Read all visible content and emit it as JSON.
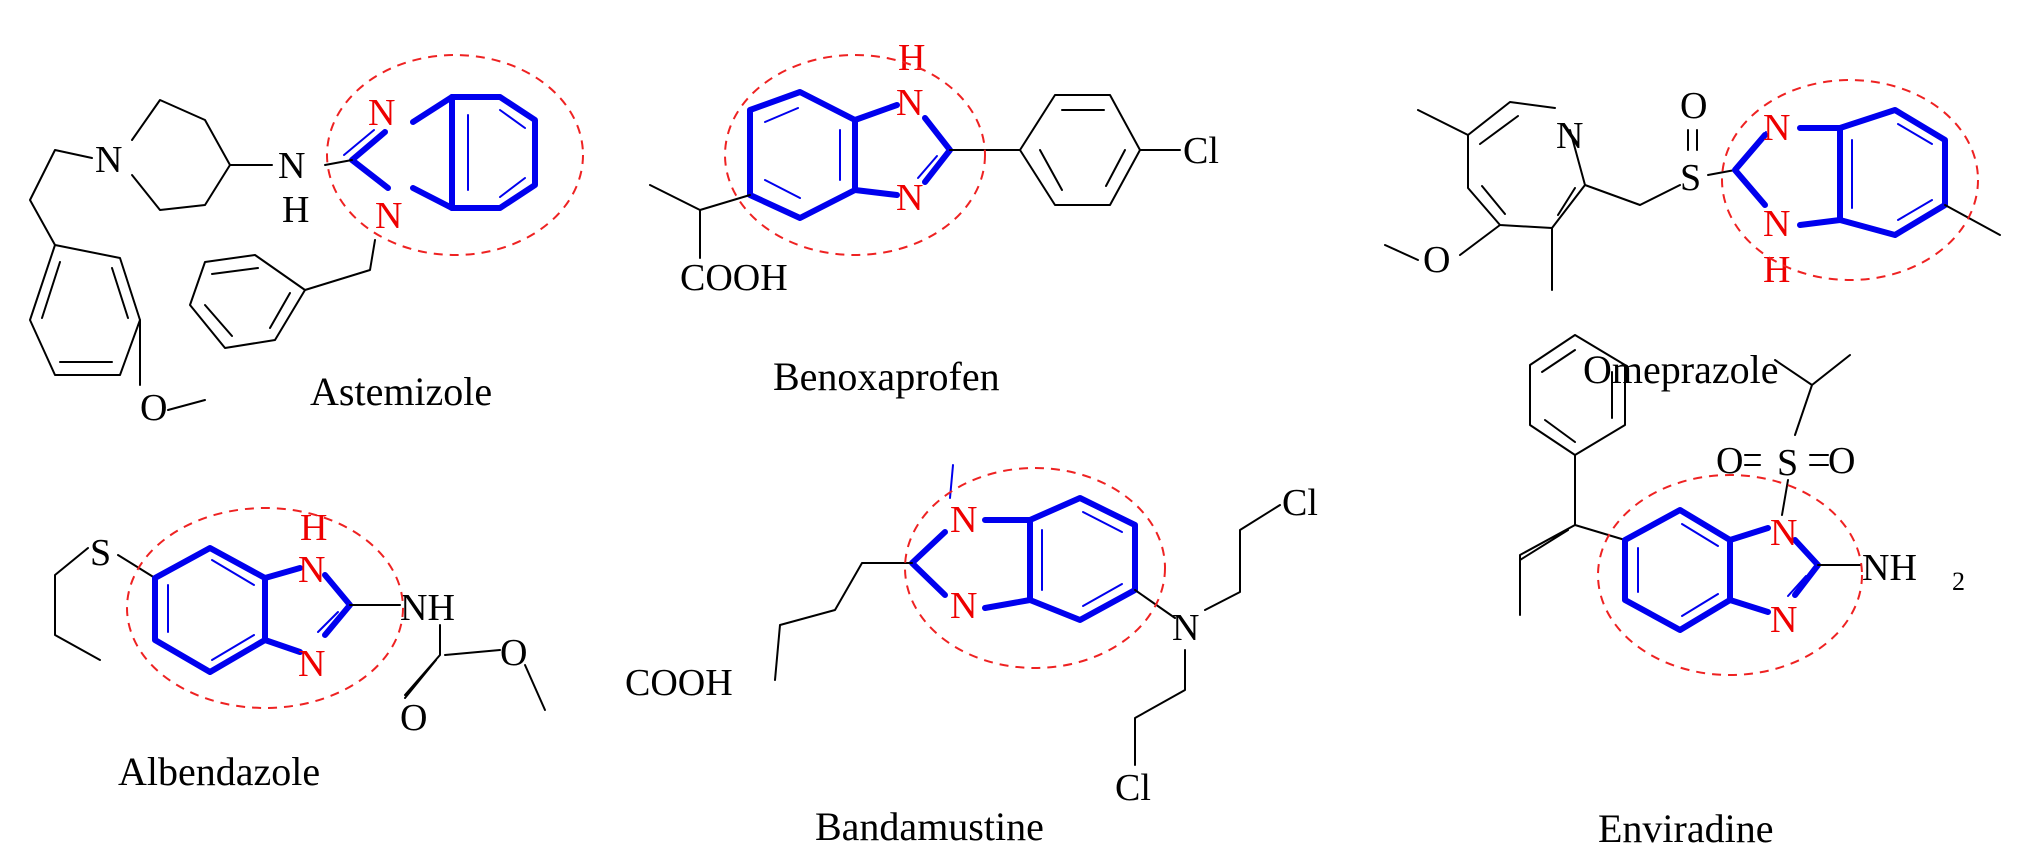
{
  "molecules": [
    {
      "name": "Astemizole"
    },
    {
      "name": "Benoxaprofen"
    },
    {
      "name": "Omeprazole"
    },
    {
      "name": "Albendazole"
    },
    {
      "name": "Bandamustine"
    },
    {
      "name": "Enviradine"
    }
  ],
  "atoms": {
    "N": "N",
    "H": "H",
    "O": "O",
    "S": "S",
    "Cl": "Cl",
    "COOH": "COOH",
    "NH": "NH",
    "NH2": "NH",
    "sub2": "2"
  },
  "colors": {
    "benzimidazole_core": "#0000ee",
    "heteroatom": "#ee0000",
    "highlight_circle": "#ee2222"
  }
}
